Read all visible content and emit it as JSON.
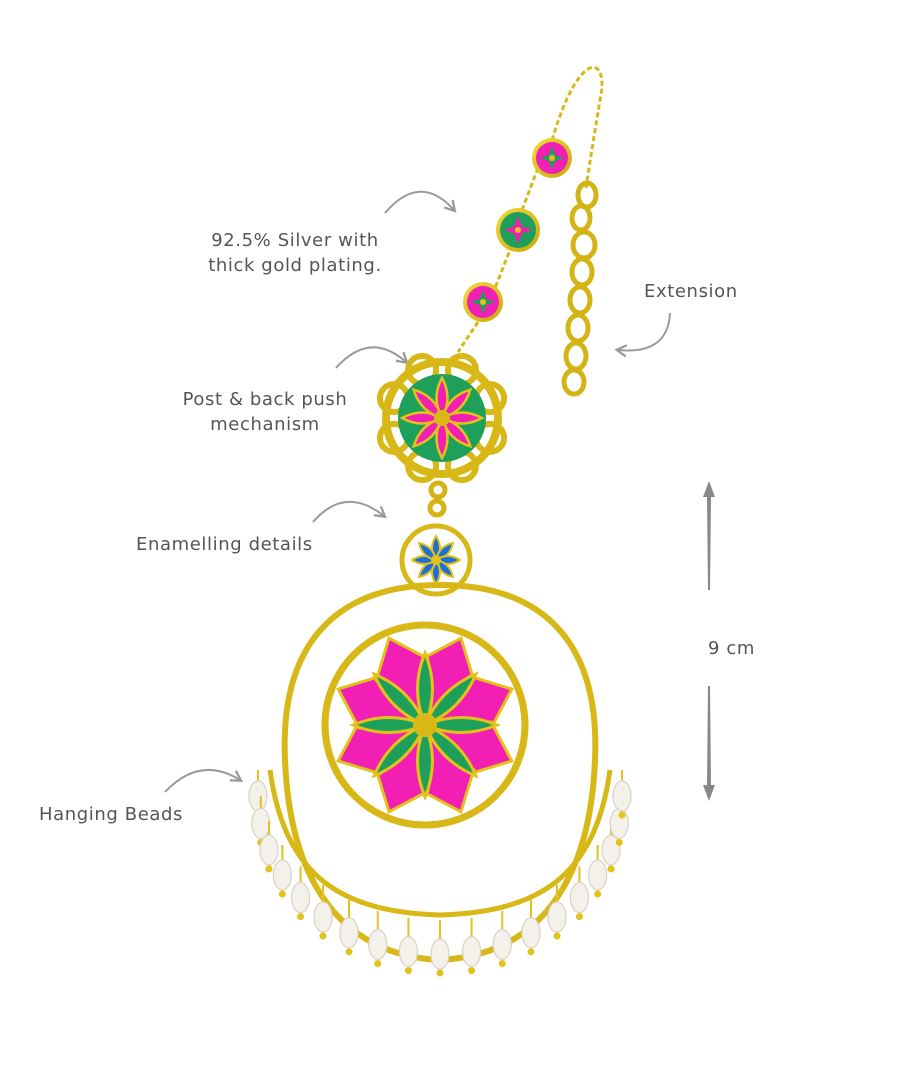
{
  "annotations": {
    "silver": "92.5% Silver with\nthick gold plating.",
    "extension": "Extension",
    "post": "Post & back push\nmechanism",
    "enamel": "Enamelling details",
    "beads": "Hanging Beads",
    "size": "9 cm"
  },
  "colors": {
    "gold": "#E3C21A",
    "gold_dark": "#B89A08",
    "pink": "#F21FB4",
    "green": "#1FA05A",
    "blue": "#1F6FD8",
    "pearl": "#F4F1EA",
    "arrow": "#999999",
    "text": "#555555"
  }
}
